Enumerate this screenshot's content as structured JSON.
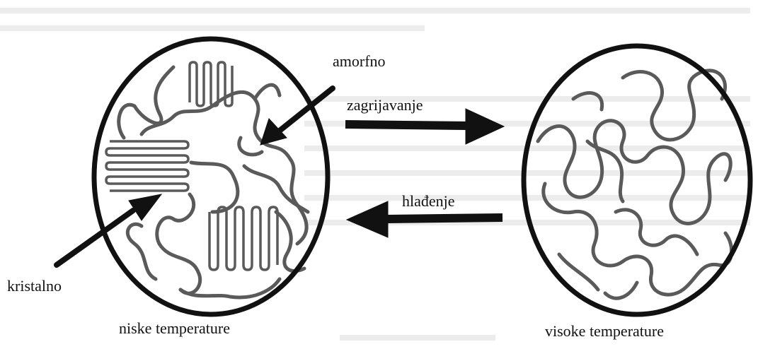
{
  "diagram": {
    "labels": {
      "amorphous": "amorfno",
      "heating": "zagrijavanje",
      "cooling": "hlađenje",
      "crystalline": "kristalno",
      "low_temp": "niske temperature",
      "high_temp": "visoke temperature"
    },
    "colors": {
      "ink": "#111111",
      "chain": "#555555",
      "lamella": "#5a5a5a",
      "ghost_text": "#e8e8e8"
    }
  }
}
